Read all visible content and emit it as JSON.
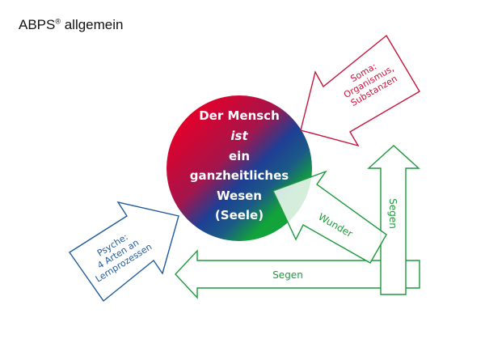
{
  "title": {
    "text": "ABPS",
    "reg": "®",
    "suffix": " allgemein"
  },
  "center": {
    "lines": [
      "Der Mensch",
      "ist",
      "ein",
      "ganzheitliches",
      "Wesen",
      "(Seele)"
    ],
    "colors": {
      "red": "#e2002a",
      "blue": "#1e3f94",
      "green": "#12a33a"
    }
  },
  "arrows": {
    "soma": {
      "lines": [
        "Soma:",
        "Organismus,",
        "Substanzen"
      ],
      "color": "#c8143c"
    },
    "psyche": {
      "lines": [
        "Psyche:",
        "4 Arten an",
        "Lernprozessen"
      ],
      "color": "#1f5a9e"
    },
    "wunder": {
      "label": "Wunder",
      "color": "#1d9a3c"
    },
    "segen_vertical": {
      "label": "Segen",
      "color": "#1d9a3c"
    },
    "segen_horizontal": {
      "label": "Segen",
      "color": "#1d9a3c"
    }
  }
}
